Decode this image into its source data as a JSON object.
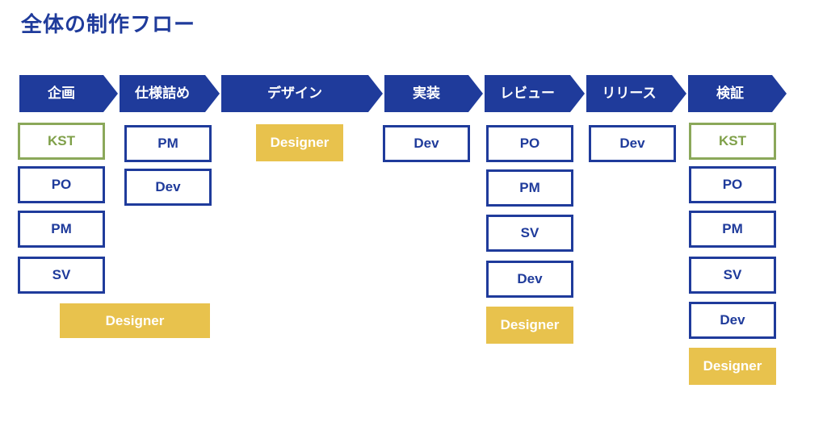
{
  "title": "全体の制作フロー",
  "colors": {
    "stage": "#1f3b9b",
    "role_border": "#1f3b9b",
    "kst": "#7fa049",
    "designer": "#e8c24d"
  },
  "stages": [
    {
      "label": "企画"
    },
    {
      "label": "仕様詰め"
    },
    {
      "label": "デザイン"
    },
    {
      "label": "実装"
    },
    {
      "label": "レビュー"
    },
    {
      "label": "リリース"
    },
    {
      "label": "検証"
    }
  ],
  "roles": {
    "kikaku": [
      "KST",
      "PO",
      "PM",
      "SV",
      "Designer"
    ],
    "shiyou": [
      "PM",
      "Dev"
    ],
    "design": [
      "Designer"
    ],
    "jissou": [
      "Dev"
    ],
    "review": [
      "PO",
      "PM",
      "SV",
      "Dev",
      "Designer"
    ],
    "release": [
      "Dev"
    ],
    "kenshou": [
      "KST",
      "PO",
      "PM",
      "SV",
      "Dev",
      "Designer"
    ]
  }
}
